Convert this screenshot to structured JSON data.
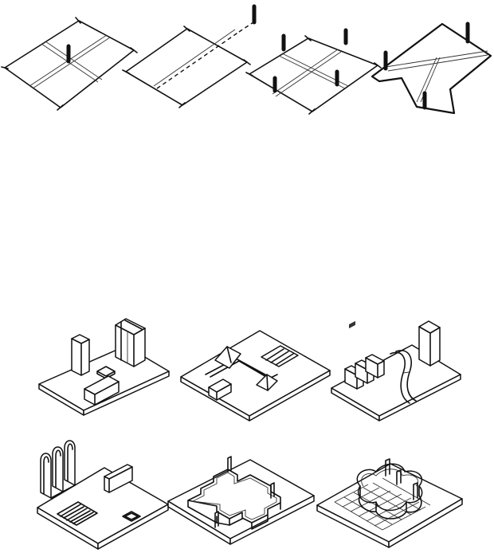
{
  "figure": {
    "row1": [
      "centre-axes-post",
      "axis-distant-post",
      "grid-four-posts",
      "irregular-plan-posts"
    ],
    "row2": [
      "freestanding-blocks",
      "pavilion-forms",
      "curved-wall-fins"
    ],
    "row3": [
      "arched-walls-stairs",
      "stepped-wall-enclosure",
      "lobed-enclosure-paving"
    ]
  }
}
